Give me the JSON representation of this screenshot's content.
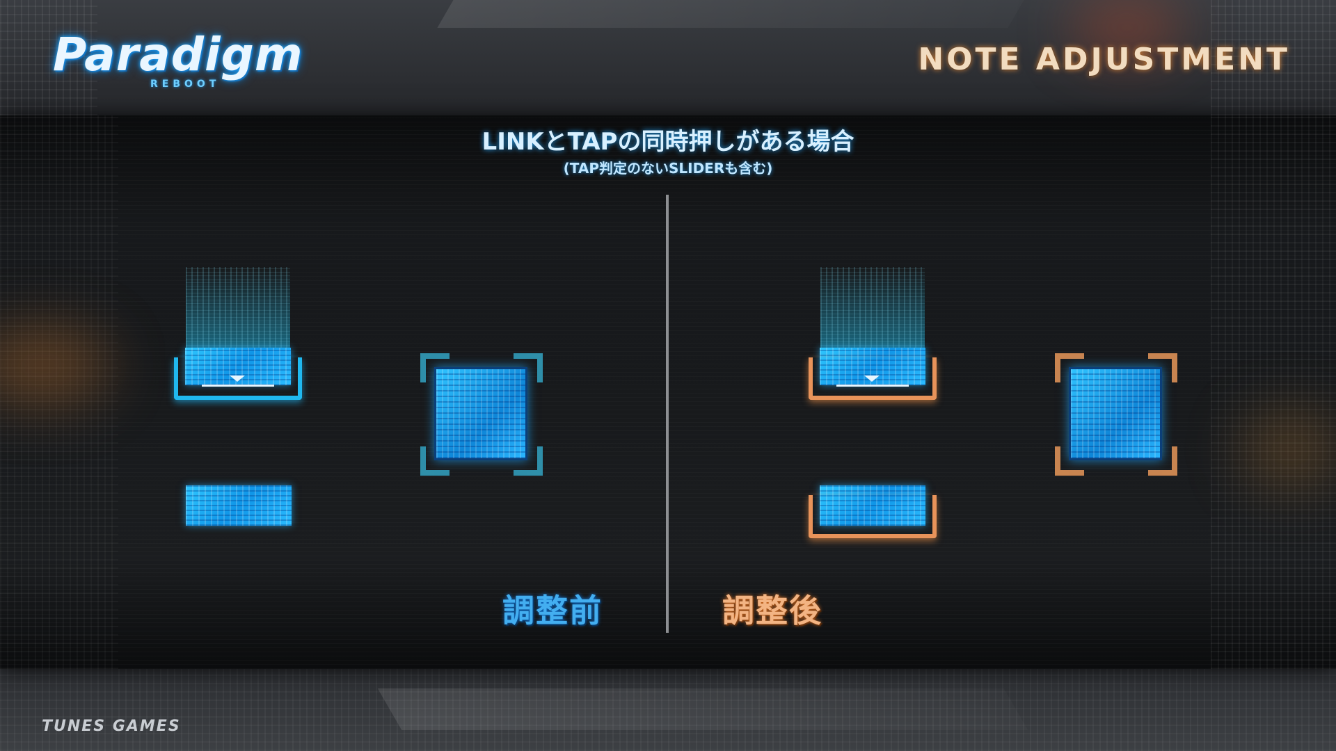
{
  "logo": {
    "wordmark": "Paradigm",
    "subtitle": "REBOOT"
  },
  "screen_title": "NOTE ADJUSTMENT",
  "heading": "LINKとTAPの同時押しがある場合",
  "subheading": "(TAP判定のないSLIDERも含む)",
  "panels": {
    "before": {
      "caption": "調整前",
      "accent": "#20b8ef"
    },
    "after": {
      "caption": "調整後",
      "accent": "#e8935a"
    }
  },
  "publisher": "TUNES GAMES",
  "colors": {
    "note_blue": "#1aa8f0",
    "frame_teal": "#2f8fa9",
    "frame_orange": "#c98550"
  }
}
